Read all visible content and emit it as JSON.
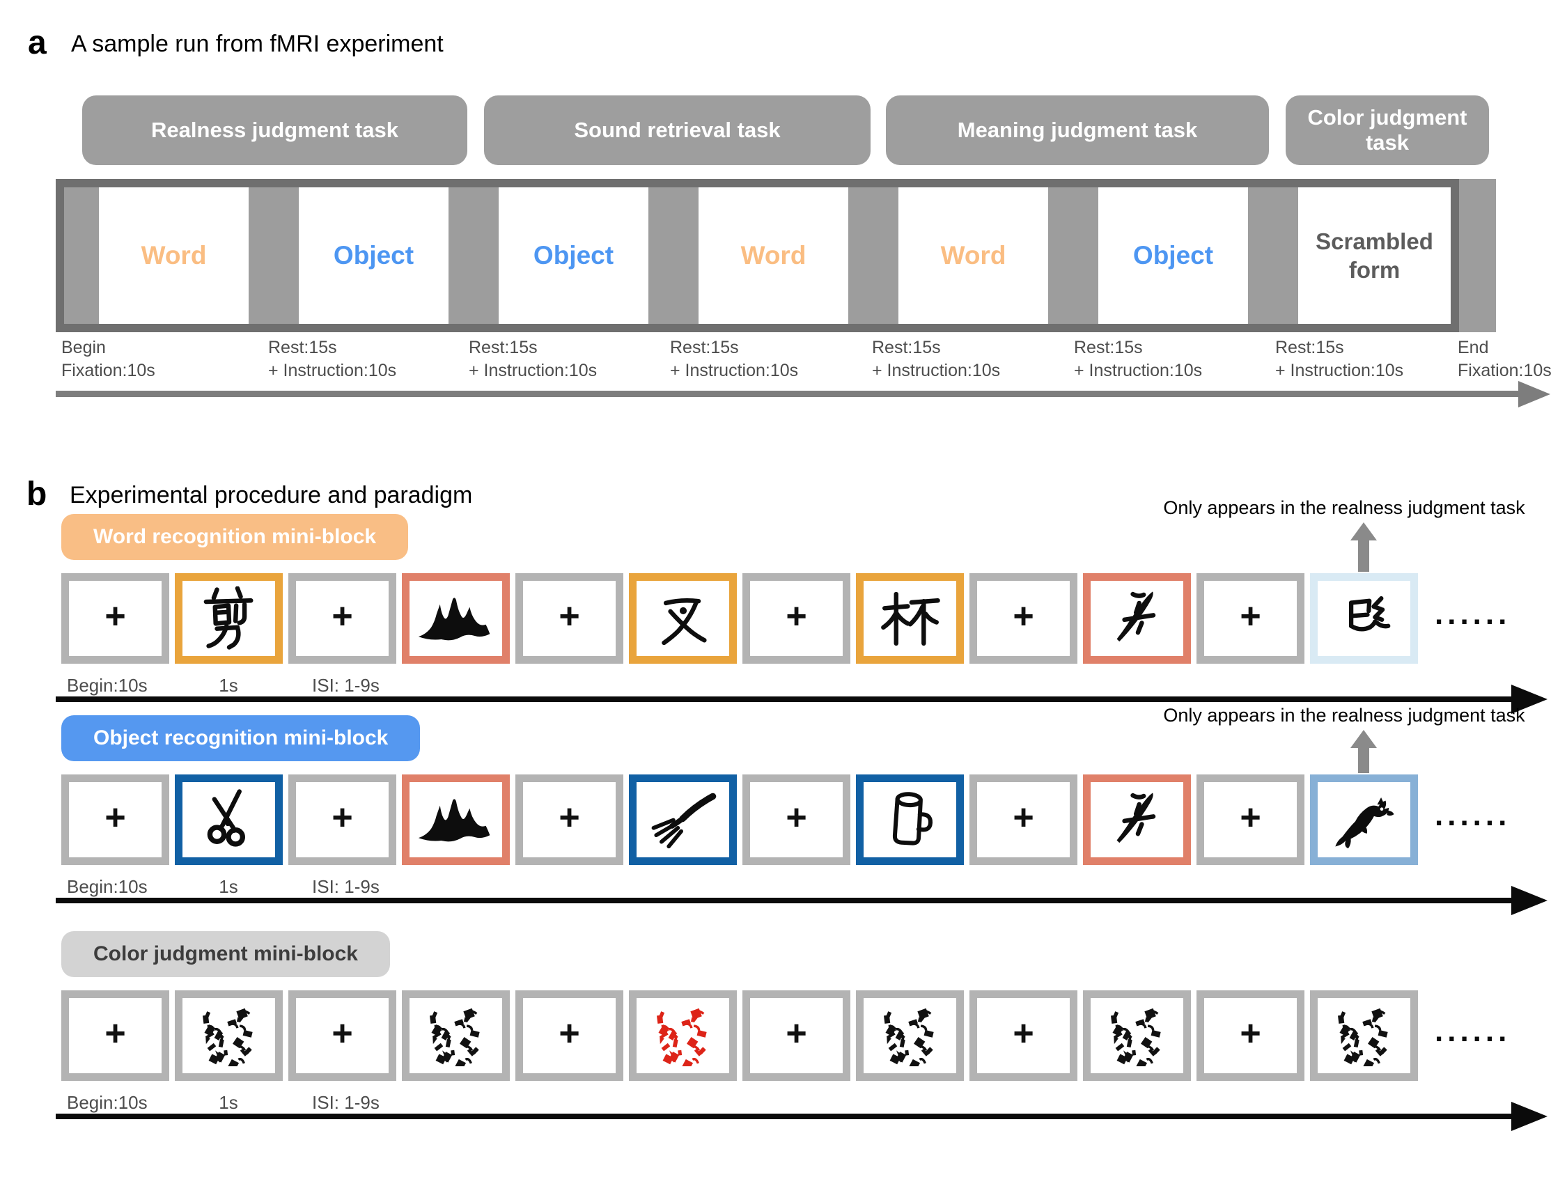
{
  "panel_a": {
    "label": "a",
    "title": "A sample run from fMRI experiment",
    "tasks": [
      "Realness judgment task",
      "Sound retrieval task",
      "Meaning judgment task",
      "Color judgment task"
    ],
    "blocks": [
      {
        "label": "Word",
        "type": "word"
      },
      {
        "label": "Object",
        "type": "object"
      },
      {
        "label": "Object",
        "type": "object"
      },
      {
        "label": "Word",
        "type": "word"
      },
      {
        "label": "Word",
        "type": "word"
      },
      {
        "label": "Object",
        "type": "object"
      },
      {
        "label": "Scrambled form",
        "type": "scrambled"
      }
    ],
    "timeline_labels": [
      {
        "line1": "Begin",
        "line2": "Fixation:10s"
      },
      {
        "line1": "Rest:15s",
        "line2": "+ Instruction:10s"
      },
      {
        "line1": "Rest:15s",
        "line2": "+ Instruction:10s"
      },
      {
        "line1": "Rest:15s",
        "line2": "+ Instruction:10s"
      },
      {
        "line1": "Rest:15s",
        "line2": "+ Instruction:10s"
      },
      {
        "line1": "Rest:15s",
        "line2": "+ Instruction:10s"
      },
      {
        "line1": "Rest:15s",
        "line2": "+ Instruction:10s"
      },
      {
        "line1": "End",
        "line2": "Fixation:10s"
      }
    ]
  },
  "panel_b": {
    "label": "b",
    "title": "Experimental procedure and paradigm",
    "annotation": "Only appears in the realness judgment task",
    "timing_labels": [
      "Begin:10s",
      "1s",
      "ISI: 1-9s"
    ],
    "ellipsis": "......",
    "fixation_symbol": "+",
    "rows": [
      {
        "id": "word",
        "pill": "Word recognition mini-block",
        "annotated": true,
        "stimuli": [
          {
            "glyph": "fixation-cross",
            "border": "gray"
          },
          {
            "glyph": "character-jian-scissors-word",
            "border": "yellow"
          },
          {
            "glyph": "fixation-cross",
            "border": "gray"
          },
          {
            "glyph": "mountain-drawing",
            "border": "salmon"
          },
          {
            "glyph": "fixation-cross",
            "border": "gray"
          },
          {
            "glyph": "character-cha-fork-word",
            "border": "yellow"
          },
          {
            "glyph": "fixation-cross",
            "border": "gray"
          },
          {
            "glyph": "character-bei-cup-word",
            "border": "yellow"
          },
          {
            "glyph": "fixation-cross",
            "border": "gray"
          },
          {
            "glyph": "pseudo-character-boat",
            "border": "salmon"
          },
          {
            "glyph": "fixation-cross",
            "border": "gray"
          },
          {
            "glyph": "pseudo-character-min",
            "border": "lightblue"
          }
        ]
      },
      {
        "id": "object",
        "pill": "Object recognition mini-block",
        "annotated": true,
        "stimuli": [
          {
            "glyph": "fixation-cross",
            "border": "gray"
          },
          {
            "glyph": "scissors-drawing",
            "border": "darkblue"
          },
          {
            "glyph": "fixation-cross",
            "border": "gray"
          },
          {
            "glyph": "mountain-drawing",
            "border": "salmon"
          },
          {
            "glyph": "fixation-cross",
            "border": "gray"
          },
          {
            "glyph": "fork-drawing",
            "border": "darkblue"
          },
          {
            "glyph": "fixation-cross",
            "border": "gray"
          },
          {
            "glyph": "mug-drawing",
            "border": "darkblue"
          },
          {
            "glyph": "fixation-cross",
            "border": "gray"
          },
          {
            "glyph": "pseudo-character-boat",
            "border": "salmon"
          },
          {
            "glyph": "fixation-cross",
            "border": "gray"
          },
          {
            "glyph": "chimera-animal-drawing",
            "border": "medblue"
          }
        ]
      },
      {
        "id": "color",
        "pill": "Color judgment mini-block",
        "annotated": false,
        "stimuli": [
          {
            "glyph": "fixation-cross",
            "border": "gray"
          },
          {
            "glyph": "scrambled-pattern-black",
            "border": "gray"
          },
          {
            "glyph": "fixation-cross",
            "border": "gray"
          },
          {
            "glyph": "scrambled-pattern-black",
            "border": "gray"
          },
          {
            "glyph": "fixation-cross",
            "border": "gray"
          },
          {
            "glyph": "scrambled-pattern-red",
            "border": "gray"
          },
          {
            "glyph": "fixation-cross",
            "border": "gray"
          },
          {
            "glyph": "scrambled-pattern-black",
            "border": "gray"
          },
          {
            "glyph": "fixation-cross",
            "border": "gray"
          },
          {
            "glyph": "scrambled-pattern-black",
            "border": "gray"
          },
          {
            "glyph": "fixation-cross",
            "border": "gray"
          },
          {
            "glyph": "scrambled-pattern-black",
            "border": "gray"
          }
        ]
      }
    ]
  },
  "colors": {
    "task_pill_gray": "#9E9E9E",
    "strip_frame": "#6F6F6F",
    "strip_gap": "#9D9D9D",
    "word_text": "#FABD82",
    "object_text": "#4D96F2",
    "scrambled_text": "#5C5C5C",
    "timeline_label": "#4D4D4D",
    "timeline_arrow": "#7D7D7D",
    "pill_word": "#F9BE85",
    "pill_object": "#5598F0",
    "pill_color_block": "#D3D3D3",
    "pill_color_text": "#3D3D3D",
    "border_gray": "#B3B3B3",
    "border_yellow": "#E9A43C",
    "border_salmon": "#E08069",
    "border_darkblue": "#1160A4",
    "border_lightblue": "#D9EAF4",
    "border_medblue": "#87B0D6",
    "scramble_black": "#111111",
    "scramble_red": "#DD2418",
    "block_arrow": "#0B0B0B",
    "annotation_arrow": "#8A8A8A"
  }
}
